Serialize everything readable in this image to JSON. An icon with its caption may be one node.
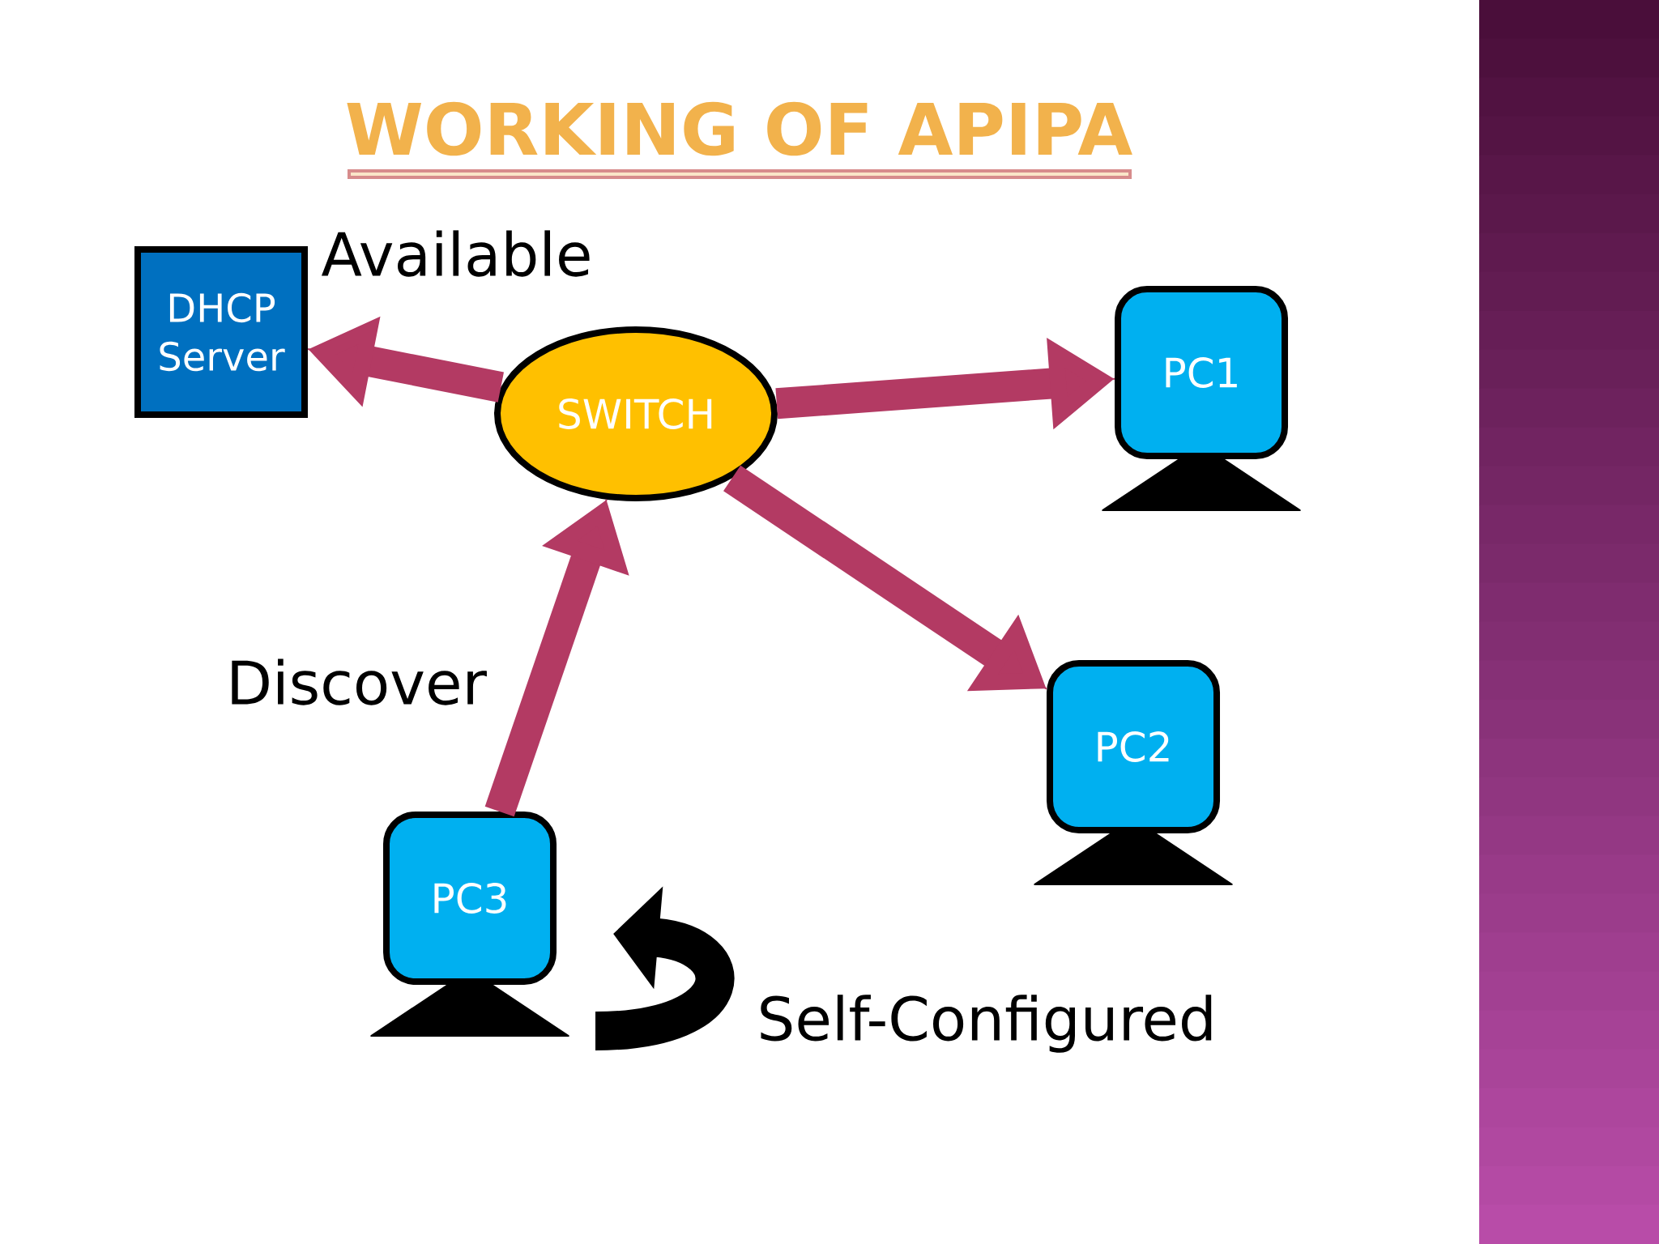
{
  "diagram": {
    "title": "WORKING OF APIPA",
    "nodes": [
      {
        "text": [
          "DHCP Server"
        ]
      },
      {
        "text": [
          "SWITCH"
        ]
      },
      {
        "text": [
          "PC1"
        ]
      },
      {
        "text": [
          "PC2"
        ]
      },
      {
        "text": [
          "PC3"
        ]
      }
    ],
    "edges": [
      {
        "from": 0,
        "to": 1,
        "arrow": "none"
      },
      {
        "from": 1,
        "to": 2,
        "arrow": "none"
      },
      {
        "from": 1,
        "to": 3,
        "arrow": "none"
      },
      {
        "from": 1,
        "to": 4,
        "arrow": "none"
      },
      {
        "from": 1,
        "to": 0,
        "arrow": "to",
        "label": "Available"
      },
      {
        "from": 1,
        "to": 2,
        "arrow": "to"
      },
      {
        "from": 1,
        "to": 3,
        "arrow": "to"
      },
      {
        "from": 4,
        "to": 1,
        "arrow": "to",
        "label": "Discover"
      },
      {
        "from": 4,
        "to": 4,
        "arrow": "to",
        "label": "Self-Configured",
        "color": "#000000"
      }
    ]
  }
}
